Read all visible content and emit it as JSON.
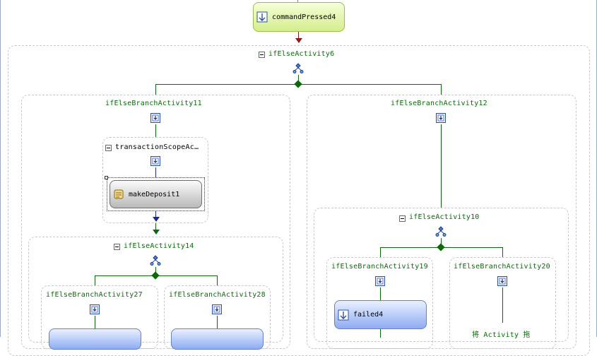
{
  "nodes": {
    "command_pressed": "commandPressed4",
    "if_else_6": "ifElseActivity6",
    "branch_11": "ifElseBranchActivity11",
    "branch_12": "ifElseBranchActivity12",
    "transaction_scope": "transactionScopeAc…",
    "make_deposit": "makeDeposit1",
    "if_else_14": "ifElseActivity14",
    "branch_27": "ifElseBranchActivity27",
    "branch_28": "ifElseBranchActivity28",
    "if_else_10": "ifElseActivity10",
    "branch_19": "ifElseBranchActivity19",
    "branch_20": "ifElseBranchActivity20",
    "failed": "failed4",
    "drop_hint": "将 Activity 拖"
  },
  "icons": {
    "event": "event-activity-icon",
    "ifelse": "ifelse-icon",
    "branch": "branch-icon",
    "sequence": "sequence-icon",
    "code": "code-scroll-icon",
    "collapse": "collapse-icon"
  },
  "colors": {
    "connector": "#0a6a0a",
    "label": "#0a6a0a",
    "event_fill": "#d3ee8c",
    "code_fill": "#b9b9b9",
    "activity_fill": "#8eacf2",
    "arrow_top": "#8b1a1a",
    "arrow_scope": "#1a2a8a"
  }
}
